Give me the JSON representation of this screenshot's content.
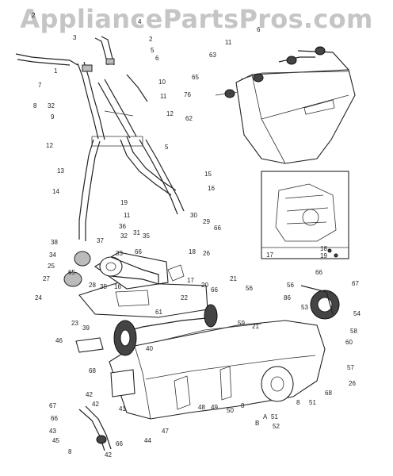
{
  "watermark": "AppliancePartsPros.com",
  "inset_labels": [
    "17",
    "18",
    "19"
  ],
  "callouts": [
    {
      "id": "c1",
      "text": "2"
    },
    {
      "id": "c2",
      "text": "3"
    },
    {
      "id": "c3",
      "text": "4"
    },
    {
      "id": "c4",
      "text": "2"
    },
    {
      "id": "c5",
      "text": "5"
    },
    {
      "id": "c6",
      "text": "6"
    },
    {
      "id": "c7",
      "text": "1"
    },
    {
      "id": "c8",
      "text": "7"
    },
    {
      "id": "c9",
      "text": "8"
    },
    {
      "id": "c10",
      "text": "32"
    },
    {
      "id": "c11",
      "text": "9"
    },
    {
      "id": "c12",
      "text": "10"
    },
    {
      "id": "c13",
      "text": "11"
    },
    {
      "id": "c14",
      "text": "12"
    },
    {
      "id": "c15",
      "text": "12"
    },
    {
      "id": "c16",
      "text": "13"
    },
    {
      "id": "c17",
      "text": "5"
    },
    {
      "id": "c18",
      "text": "14"
    },
    {
      "id": "c19",
      "text": "15"
    },
    {
      "id": "c20",
      "text": "16"
    },
    {
      "id": "c21",
      "text": "19"
    },
    {
      "id": "c22",
      "text": "11"
    },
    {
      "id": "c23",
      "text": "6"
    },
    {
      "id": "c24",
      "text": "11"
    },
    {
      "id": "c25",
      "text": "63"
    },
    {
      "id": "c26",
      "text": "65"
    },
    {
      "id": "c27",
      "text": "76"
    },
    {
      "id": "c28",
      "text": "62"
    },
    {
      "id": "c29",
      "text": "30"
    },
    {
      "id": "c30",
      "text": "29"
    },
    {
      "id": "c31",
      "text": "66"
    },
    {
      "id": "c32",
      "text": "37"
    },
    {
      "id": "c33",
      "text": "36"
    },
    {
      "id": "c34",
      "text": "32"
    },
    {
      "id": "c35",
      "text": "31"
    },
    {
      "id": "c36",
      "text": "35"
    },
    {
      "id": "c37",
      "text": "33"
    },
    {
      "id": "c38",
      "text": "66"
    },
    {
      "id": "c39",
      "text": "38"
    },
    {
      "id": "c40",
      "text": "34"
    },
    {
      "id": "c41",
      "text": "65"
    },
    {
      "id": "c42",
      "text": "25"
    },
    {
      "id": "c43",
      "text": "18"
    },
    {
      "id": "c44",
      "text": "26"
    },
    {
      "id": "c45",
      "text": "27"
    },
    {
      "id": "c46",
      "text": "28"
    },
    {
      "id": "c47",
      "text": "39"
    },
    {
      "id": "c48",
      "text": "16"
    },
    {
      "id": "c49",
      "text": "17"
    },
    {
      "id": "c50",
      "text": "20"
    },
    {
      "id": "c51",
      "text": "21"
    },
    {
      "id": "c52",
      "text": "66"
    },
    {
      "id": "c53",
      "text": "24"
    },
    {
      "id": "c54",
      "text": "23"
    },
    {
      "id": "c55",
      "text": "22"
    },
    {
      "id": "c56",
      "text": "61"
    },
    {
      "id": "c57",
      "text": "56"
    },
    {
      "id": "c58",
      "text": "56"
    },
    {
      "id": "c59",
      "text": "86"
    },
    {
      "id": "c60",
      "text": "66"
    },
    {
      "id": "c61",
      "text": "67"
    },
    {
      "id": "c62",
      "text": "53"
    },
    {
      "id": "c63",
      "text": "54"
    },
    {
      "id": "c64",
      "text": "58"
    },
    {
      "id": "c65",
      "text": "60"
    },
    {
      "id": "c66",
      "text": "59"
    },
    {
      "id": "c67",
      "text": "21"
    },
    {
      "id": "c68",
      "text": "39"
    },
    {
      "id": "c69",
      "text": "46"
    },
    {
      "id": "c70",
      "text": "40"
    },
    {
      "id": "c71",
      "text": "68"
    },
    {
      "id": "c72",
      "text": "26"
    },
    {
      "id": "c73",
      "text": "42"
    },
    {
      "id": "c74",
      "text": "42"
    },
    {
      "id": "c75",
      "text": "41"
    },
    {
      "id": "c76",
      "text": "67"
    },
    {
      "id": "c77",
      "text": "66"
    },
    {
      "id": "c78",
      "text": "43"
    },
    {
      "id": "c79",
      "text": "45"
    },
    {
      "id": "c80",
      "text": "8"
    },
    {
      "id": "c81",
      "text": "42"
    },
    {
      "id": "c82",
      "text": "66"
    },
    {
      "id": "c83",
      "text": "44"
    },
    {
      "id": "c84",
      "text": "47"
    },
    {
      "id": "c85",
      "text": "48"
    },
    {
      "id": "c86",
      "text": "49"
    },
    {
      "id": "c87",
      "text": "50"
    },
    {
      "id": "c88",
      "text": "8"
    },
    {
      "id": "c89",
      "text": "B"
    },
    {
      "id": "c90",
      "text": "A"
    },
    {
      "id": "c91",
      "text": "51"
    },
    {
      "id": "c92",
      "text": "52"
    },
    {
      "id": "c93",
      "text": "8"
    },
    {
      "id": "c94",
      "text": "51"
    },
    {
      "id": "c95",
      "text": "68"
    },
    {
      "id": "c96",
      "text": "57"
    }
  ]
}
